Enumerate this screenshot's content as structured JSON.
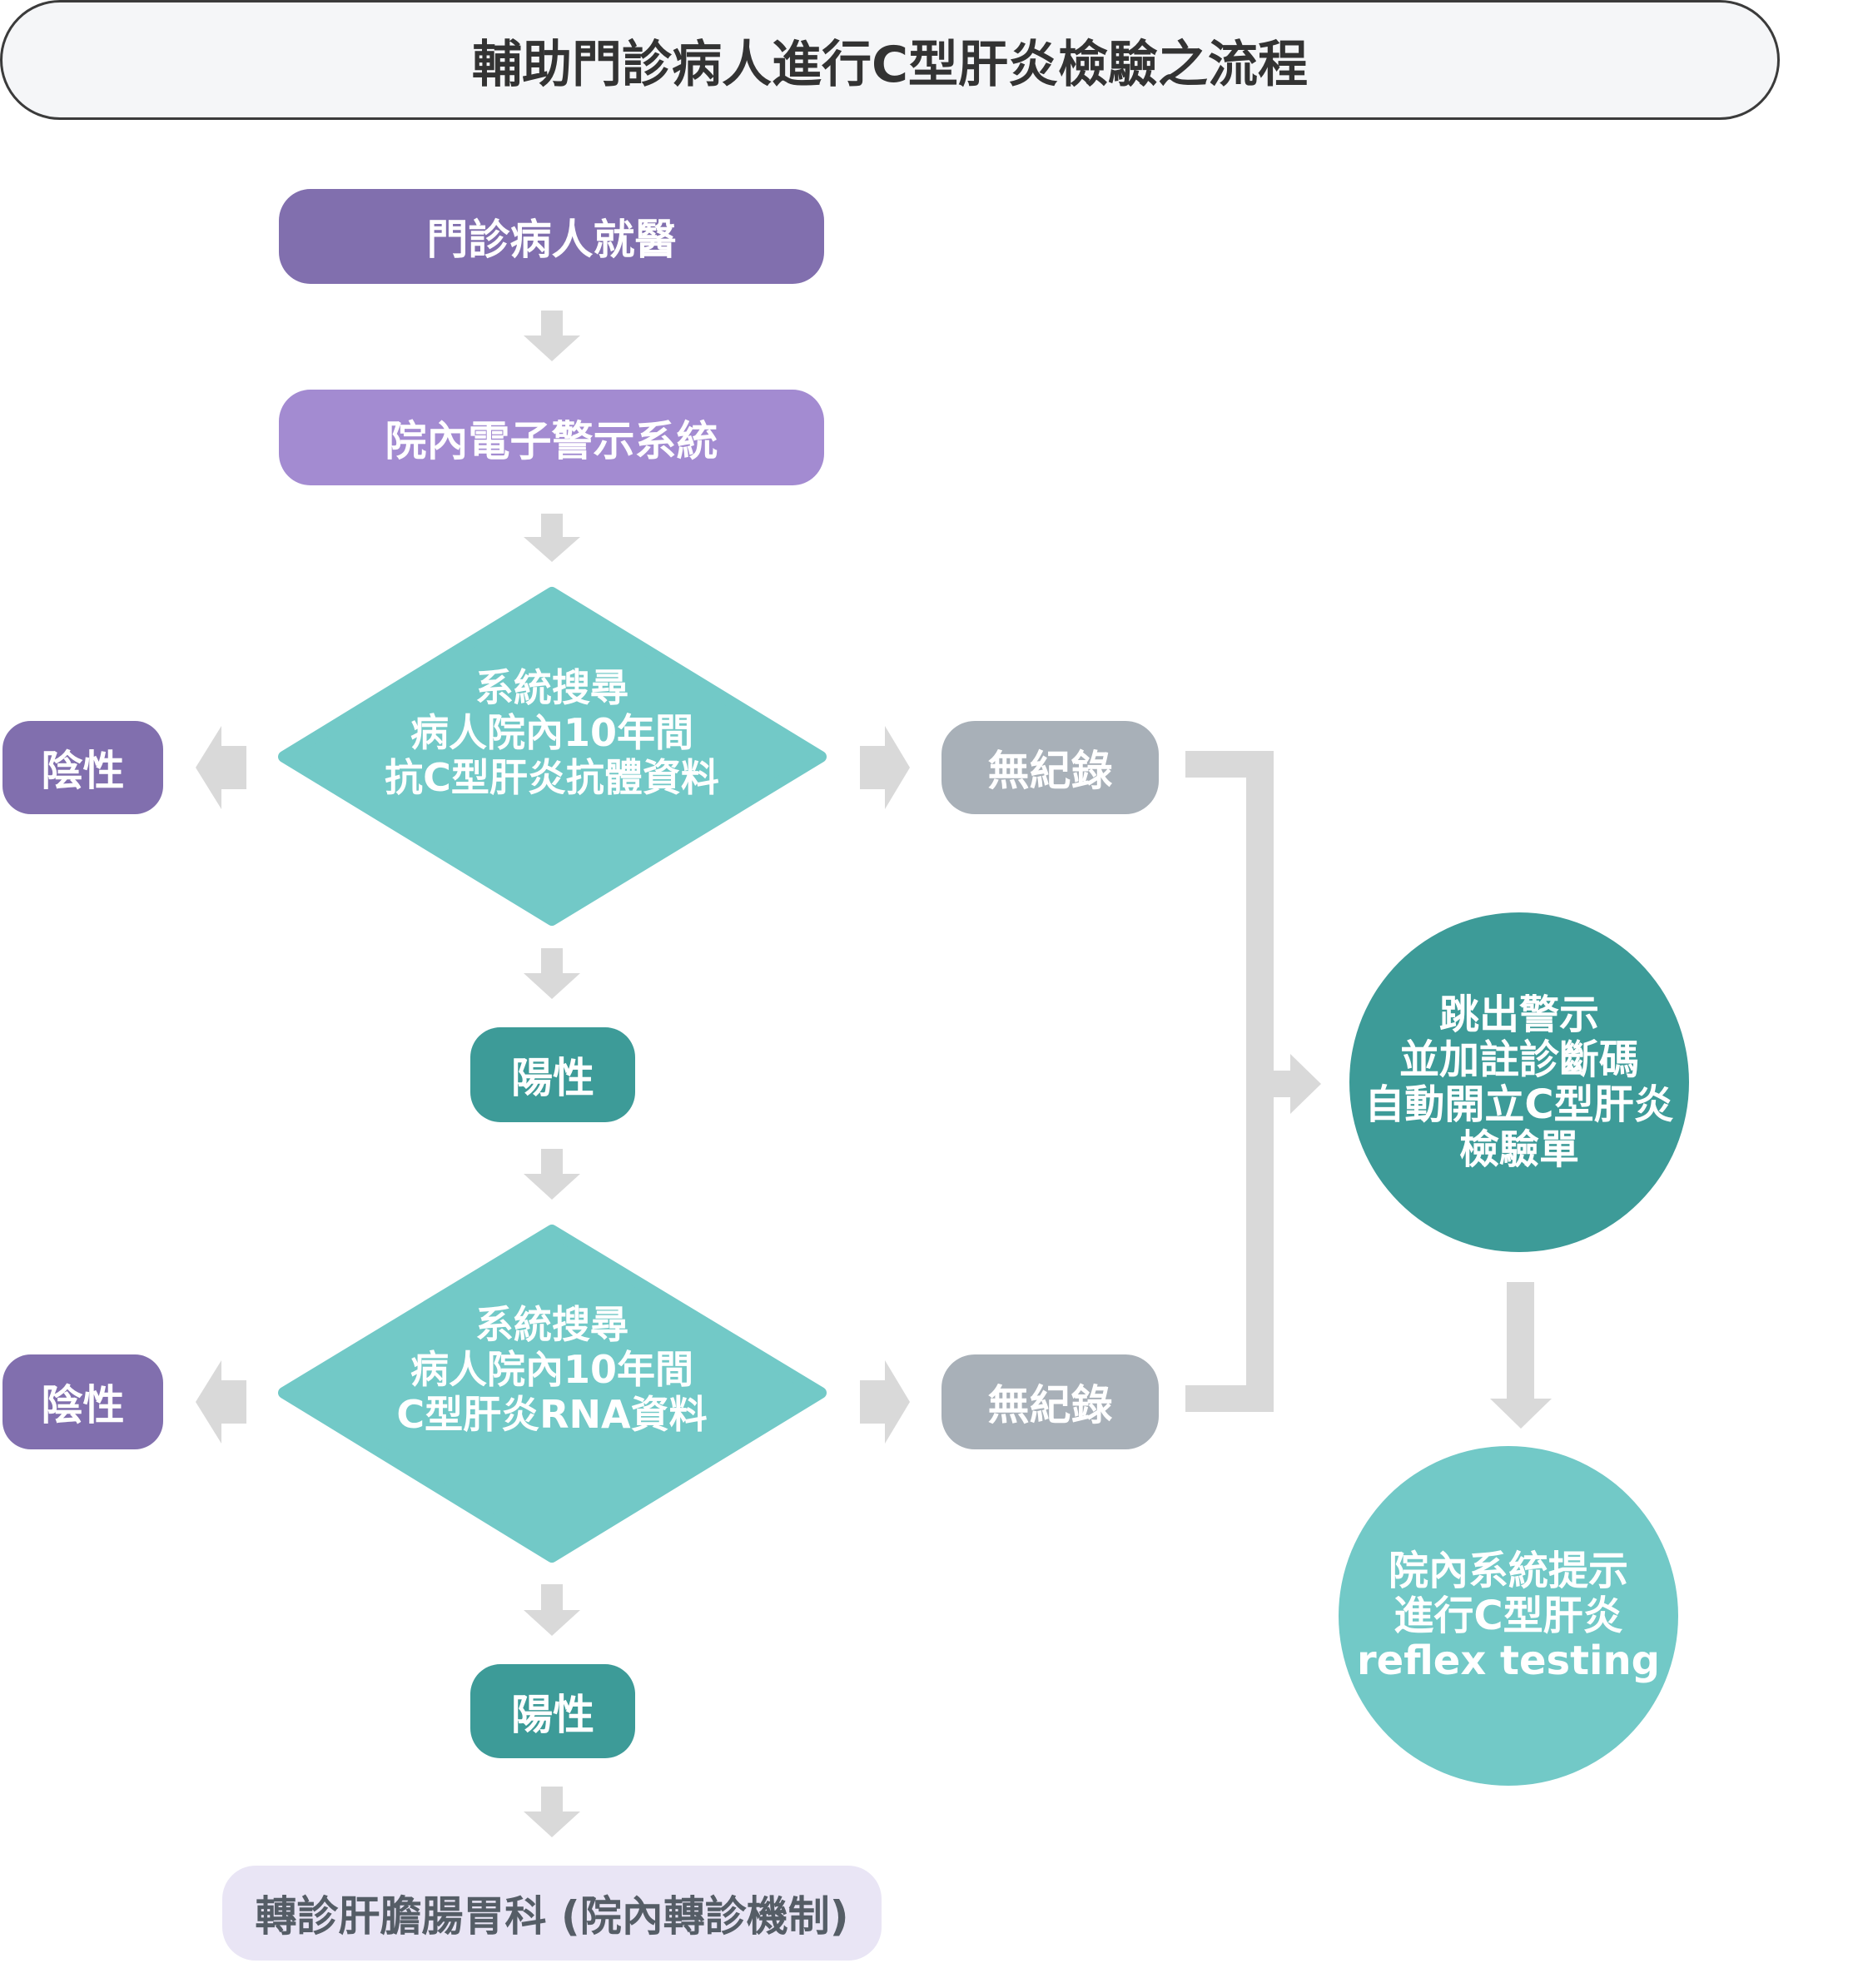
{
  "title": "輔助門診病人進行C型肝炎檢驗之流程",
  "colors": {
    "start": "#816fae",
    "system": "#a38bd1",
    "decision": "#72c9c7",
    "negative": "#816fae",
    "no_record": "#a8b0b8",
    "positive": "#3d9b98",
    "alert_circle": "#3d9b98",
    "reflex_circle": "#72c9c7",
    "referral": "#e9e5f5",
    "arrow": "#d9d9d9"
  },
  "nodes": {
    "start": "門診病人就醫",
    "system": "院內電子警示系統",
    "decision1": {
      "lines": [
        "系統搜尋",
        "病人院內10年間",
        "抗C型肝炎抗體資料"
      ]
    },
    "negative1": "陰性",
    "no_record1": "無紀錄",
    "positive1": "陽性",
    "decision2": {
      "lines": [
        "系統搜尋",
        "病人院內10年間",
        "C型肝炎RNA資料"
      ]
    },
    "negative2": "陰性",
    "no_record2": "無紀錄",
    "positive2": "陽性",
    "referral": "轉診肝膽腸胃科 (院內轉診機制)",
    "alert": {
      "lines": [
        "跳出警示",
        "並加註診斷碼",
        "自動開立C型肝炎",
        "檢驗單"
      ]
    },
    "reflex": {
      "lines": [
        "院內系統提示",
        "進行C型肝炎",
        "reflex testing"
      ]
    }
  }
}
